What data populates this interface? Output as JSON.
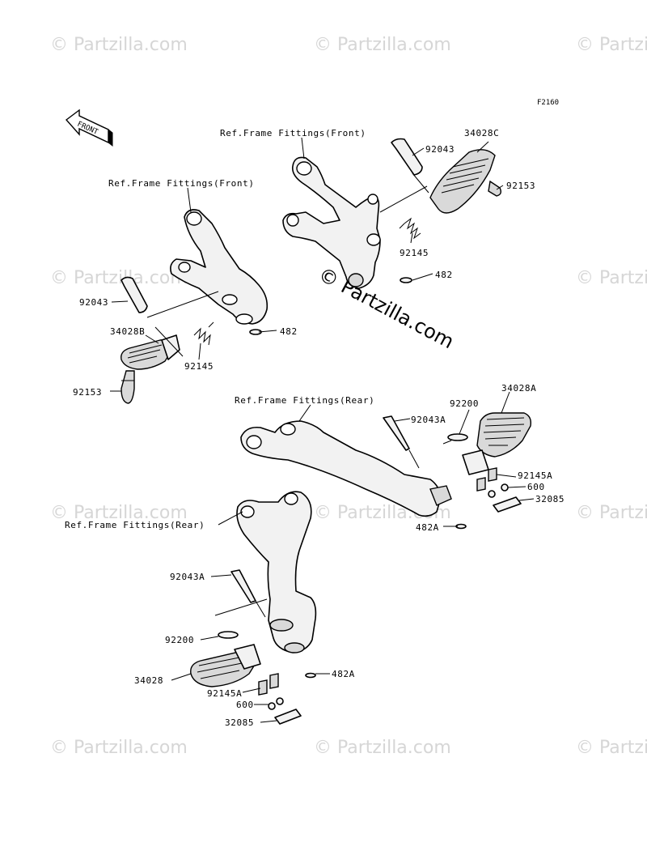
{
  "figure_code": "F2160",
  "watermark_text": "© Partzilla.com",
  "watermark_center": "© Partzilla.com",
  "front_arrow_label": "FRONT",
  "labels": {
    "ref_front_right": "Ref.Frame Fittings(Front)",
    "ref_front_left": "Ref.Frame Fittings(Front)",
    "ref_rear_right": "Ref.Frame Fittings(Rear)",
    "ref_rear_left": "Ref.Frame Fittings(Rear)",
    "p92043_right": "92043",
    "p34028C": "34028C",
    "p92153_right": "92153",
    "p92145_right": "92145",
    "p482_right": "482",
    "p92043_left": "92043",
    "p34028B": "34028B",
    "p482_left": "482",
    "p92145_left": "92145",
    "p92153_left": "92153",
    "p92043A_right": "92043A",
    "p92200_right": "92200",
    "p34028A": "34028A",
    "p92145A_right": "92145A",
    "p600_right": "600",
    "p32085_right": "32085",
    "p482A_right": "482A",
    "p92043A_left": "92043A",
    "p92200_left": "92200",
    "p34028": "34028",
    "p482A_left": "482A",
    "p92145A_left": "92145A",
    "p600_left": "600",
    "p32085_left": "32085"
  }
}
